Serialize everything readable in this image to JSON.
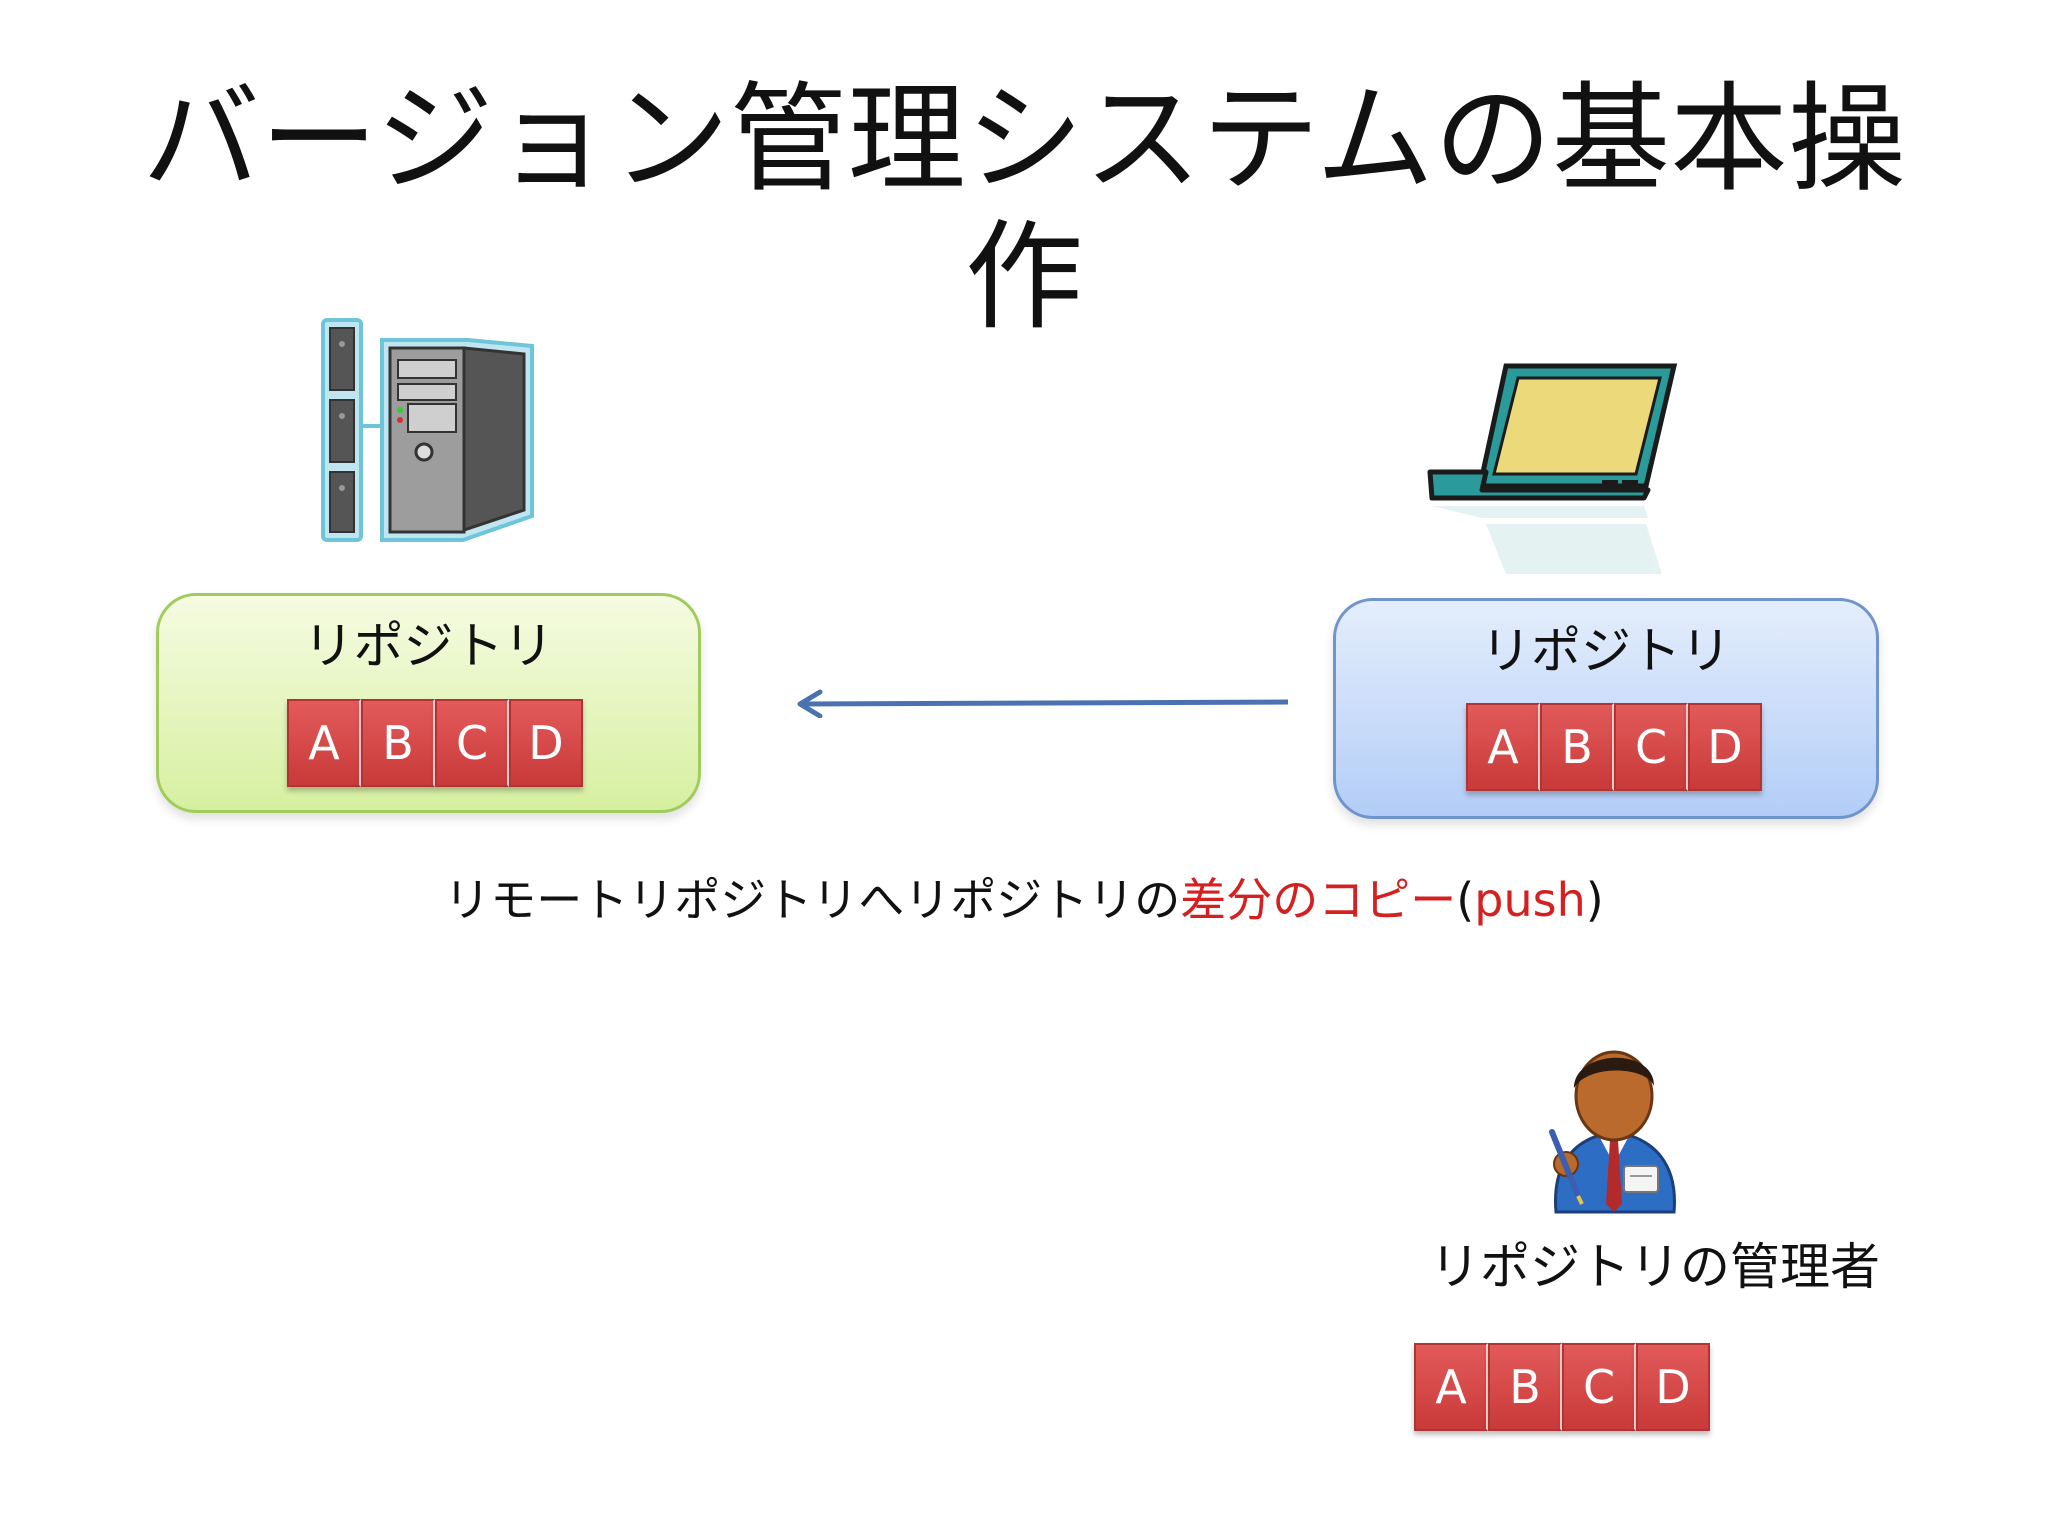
{
  "title": {
    "line1": "バージョン管理システムの基本操",
    "line2": "作"
  },
  "remote": {
    "label": "リポジトリ",
    "commits": [
      "A",
      "B",
      "C",
      "D"
    ],
    "icon": "server-icon",
    "box_color": "#d6f0a0"
  },
  "local": {
    "label": "リポジトリ",
    "commits": [
      "A",
      "B",
      "C",
      "D"
    ],
    "icon": "laptop-icon",
    "box_color": "#b3cdf7"
  },
  "arrow": {
    "direction": "right-to-left",
    "color": "#4a72b0"
  },
  "caption": {
    "prefix": "リモートリポジトリへリポジトリの",
    "highlight": "差分のコピー",
    "open_paren": "(",
    "action": "push",
    "close_paren": ")",
    "highlight_color": "#d42020"
  },
  "admin": {
    "label": "リポジトリの管理者",
    "icon": "user-icon",
    "commits": [
      "A",
      "B",
      "C",
      "D"
    ]
  }
}
